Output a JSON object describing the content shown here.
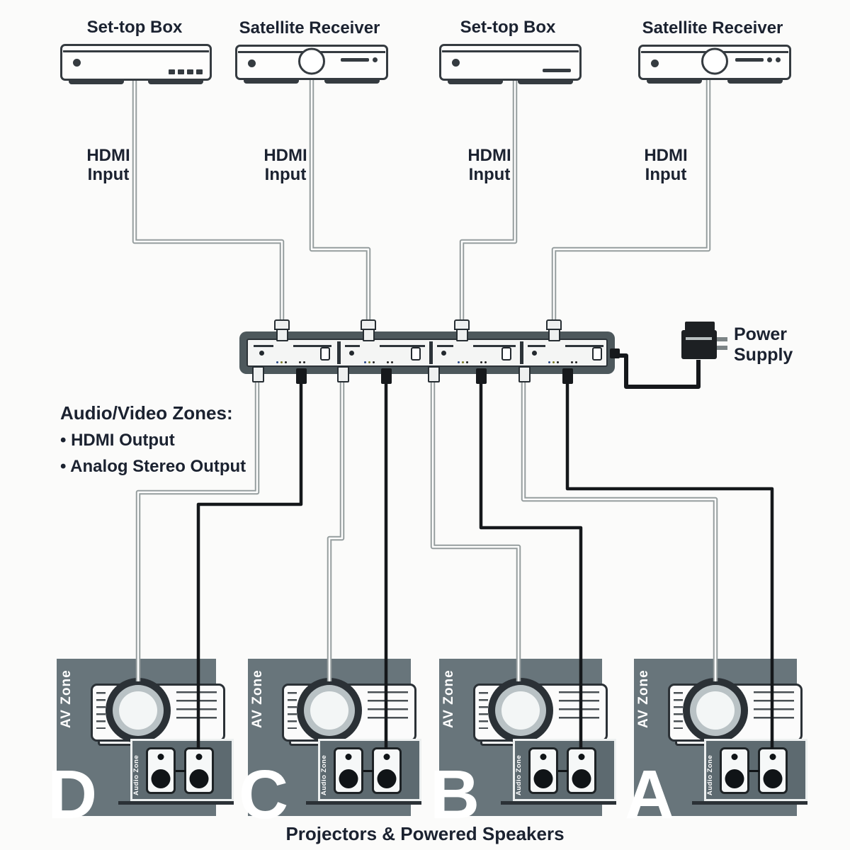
{
  "sources": [
    {
      "label": "Set-top Box"
    },
    {
      "label": "Satellite Receiver"
    },
    {
      "label": "Set-top Box"
    },
    {
      "label": "Satellite Receiver"
    }
  ],
  "hdmi_input_label": {
    "line1": "HDMI",
    "line2": "Input"
  },
  "power_supply_label": {
    "line1": "Power",
    "line2": "Supply"
  },
  "av_note": {
    "title": "Audio/Video Zones:",
    "bullets": [
      "• HDMI Output",
      "• Analog Stereo Output"
    ]
  },
  "zones": [
    {
      "letter": "D",
      "zone_label": "AV Zone",
      "speaker_label": "Audio Zone"
    },
    {
      "letter": "C",
      "zone_label": "AV Zone",
      "speaker_label": "Audio Zone"
    },
    {
      "letter": "B",
      "zone_label": "AV Zone",
      "speaker_label": "Audio Zone"
    },
    {
      "letter": "A",
      "zone_label": "AV Zone",
      "speaker_label": "Audio Zone"
    }
  ],
  "caption": "Projectors & Powered Speakers",
  "colors": {
    "ink": "#1b2230",
    "zone_gray": "#68757b",
    "panel_gray": "#5d6a70",
    "switcher_body": "#4d585c",
    "switcher_panel": "#f4f5f4",
    "device_line": "#353b40",
    "cable_gray": "#959d9e",
    "cable_black": "#15181b",
    "bg": "#fbfbfa"
  }
}
